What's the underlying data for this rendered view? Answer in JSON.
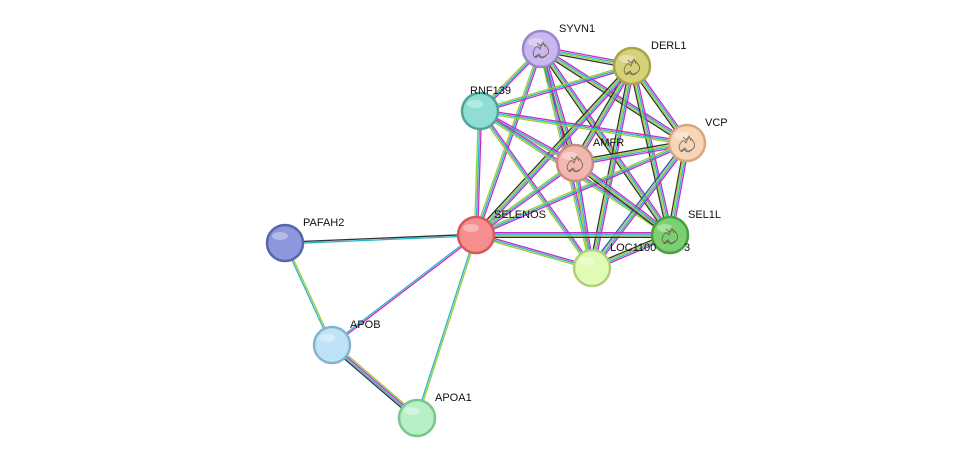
{
  "network": {
    "nodes": [
      {
        "id": "SYVN1",
        "label": "SYVN1",
        "fill": "#c9b7f0",
        "stroke": "#9a86c8",
        "icon": "protein-structure-icon"
      },
      {
        "id": "DERL1",
        "label": "DERL1",
        "fill": "#d6d27a",
        "stroke": "#a9a449",
        "icon": "protein-structure-icon"
      },
      {
        "id": "RNF139",
        "label": "RNF139",
        "fill": "#8fded4",
        "stroke": "#4fa59a",
        "icon": ""
      },
      {
        "id": "VCP",
        "label": "VCP",
        "fill": "#f6d6b6",
        "stroke": "#d6a77e",
        "icon": "protein-structure-icon"
      },
      {
        "id": "AMFR",
        "label": "AMFR",
        "fill": "#f2b8b0",
        "stroke": "#cc8a82",
        "icon": "protein-structure-icon"
      },
      {
        "id": "SELENOS",
        "label": "SELENOS",
        "fill": "#f78e8e",
        "stroke": "#d45a5a",
        "icon": ""
      },
      {
        "id": "SEL1L",
        "label": "SEL1L",
        "fill": "#7ccf72",
        "stroke": "#4a9e40",
        "icon": "protein-structure-icon"
      },
      {
        "id": "LOC",
        "label": "LOC1100",
        "label_suffix": "3",
        "fill": "#e0fbb4",
        "stroke": "#aed07c",
        "icon": ""
      },
      {
        "id": "PAFAH2",
        "label": "PAFAH2",
        "fill": "#8d97dd",
        "stroke": "#5b64a8",
        "icon": ""
      },
      {
        "id": "APOB",
        "label": "APOB",
        "fill": "#bfe3f6",
        "stroke": "#85b3cc",
        "icon": ""
      },
      {
        "id": "APOA1",
        "label": "APOA1",
        "fill": "#b6f0c6",
        "stroke": "#7ac48e",
        "icon": ""
      }
    ],
    "edges": [
      {
        "a": "SYVN1",
        "b": "DERL1",
        "colors": [
          "#c828c8",
          "#29b5c9",
          "#9acd32",
          "#333333"
        ]
      },
      {
        "a": "SYVN1",
        "b": "RNF139",
        "colors": [
          "#c828c8",
          "#29b5c9",
          "#9acd32"
        ]
      },
      {
        "a": "SYVN1",
        "b": "VCP",
        "colors": [
          "#c828c8",
          "#29b5c9",
          "#9acd32",
          "#333333"
        ]
      },
      {
        "a": "SYVN1",
        "b": "AMFR",
        "colors": [
          "#c828c8",
          "#29b5c9",
          "#9acd32",
          "#333333"
        ]
      },
      {
        "a": "SYVN1",
        "b": "SELENOS",
        "colors": [
          "#c828c8",
          "#29b5c9",
          "#9acd32"
        ]
      },
      {
        "a": "SYVN1",
        "b": "SEL1L",
        "colors": [
          "#c828c8",
          "#29b5c9",
          "#9acd32",
          "#333333"
        ]
      },
      {
        "a": "SYVN1",
        "b": "LOC",
        "colors": [
          "#c828c8",
          "#29b5c9",
          "#9acd32"
        ]
      },
      {
        "a": "DERL1",
        "b": "RNF139",
        "colors": [
          "#c828c8",
          "#29b5c9",
          "#9acd32"
        ]
      },
      {
        "a": "DERL1",
        "b": "VCP",
        "colors": [
          "#c828c8",
          "#29b5c9",
          "#9acd32",
          "#333333"
        ]
      },
      {
        "a": "DERL1",
        "b": "AMFR",
        "colors": [
          "#c828c8",
          "#29b5c9",
          "#9acd32",
          "#333333"
        ]
      },
      {
        "a": "DERL1",
        "b": "SELENOS",
        "colors": [
          "#c828c8",
          "#29b5c9",
          "#9acd32",
          "#333333"
        ]
      },
      {
        "a": "DERL1",
        "b": "SEL1L",
        "colors": [
          "#c828c8",
          "#29b5c9",
          "#9acd32",
          "#333333"
        ]
      },
      {
        "a": "DERL1",
        "b": "LOC",
        "colors": [
          "#c828c8",
          "#29b5c9",
          "#9acd32",
          "#333333"
        ]
      },
      {
        "a": "RNF139",
        "b": "VCP",
        "colors": [
          "#c828c8",
          "#29b5c9",
          "#9acd32"
        ]
      },
      {
        "a": "RNF139",
        "b": "AMFR",
        "colors": [
          "#c828c8",
          "#29b5c9",
          "#9acd32"
        ]
      },
      {
        "a": "RNF139",
        "b": "SELENOS",
        "colors": [
          "#c828c8",
          "#29b5c9",
          "#9acd32"
        ]
      },
      {
        "a": "RNF139",
        "b": "SEL1L",
        "colors": [
          "#c828c8",
          "#29b5c9",
          "#9acd32"
        ]
      },
      {
        "a": "RNF139",
        "b": "LOC",
        "colors": [
          "#c828c8",
          "#29b5c9",
          "#9acd32"
        ]
      },
      {
        "a": "VCP",
        "b": "AMFR",
        "colors": [
          "#c828c8",
          "#29b5c9",
          "#9acd32",
          "#333333"
        ]
      },
      {
        "a": "VCP",
        "b": "SELENOS",
        "colors": [
          "#c828c8",
          "#29b5c9",
          "#9acd32"
        ]
      },
      {
        "a": "VCP",
        "b": "SEL1L",
        "colors": [
          "#c828c8",
          "#29b5c9",
          "#9acd32",
          "#333333"
        ]
      },
      {
        "a": "VCP",
        "b": "LOC",
        "colors": [
          "#c828c8",
          "#29b5c9",
          "#9acd32",
          "#2b4fd6"
        ]
      },
      {
        "a": "AMFR",
        "b": "SELENOS",
        "colors": [
          "#c828c8",
          "#29b5c9",
          "#9acd32"
        ]
      },
      {
        "a": "AMFR",
        "b": "SEL1L",
        "colors": [
          "#c828c8",
          "#29b5c9",
          "#9acd32",
          "#333333"
        ]
      },
      {
        "a": "AMFR",
        "b": "LOC",
        "colors": [
          "#c828c8",
          "#29b5c9",
          "#9acd32"
        ]
      },
      {
        "a": "SELENOS",
        "b": "SEL1L",
        "colors": [
          "#c828c8",
          "#29b5c9",
          "#9acd32",
          "#333333"
        ]
      },
      {
        "a": "SELENOS",
        "b": "LOC",
        "colors": [
          "#c828c8",
          "#29b5c9",
          "#9acd32"
        ]
      },
      {
        "a": "SEL1L",
        "b": "LOC",
        "colors": [
          "#c828c8",
          "#29b5c9",
          "#9acd32",
          "#333333"
        ]
      },
      {
        "a": "SELENOS",
        "b": "PAFAH2",
        "colors": [
          "#29b5c9",
          "#333333"
        ]
      },
      {
        "a": "SELENOS",
        "b": "APOB",
        "colors": [
          "#c828c8",
          "#29b5c9"
        ]
      },
      {
        "a": "SELENOS",
        "b": "APOA1",
        "colors": [
          "#9acd32",
          "#29b5c9"
        ]
      },
      {
        "a": "PAFAH2",
        "b": "APOB",
        "colors": [
          "#9acd32",
          "#29b5c9"
        ]
      },
      {
        "a": "APOB",
        "b": "APOA1",
        "colors": [
          "#9acd32",
          "#c828c8",
          "#29b5c9",
          "#333333"
        ]
      }
    ]
  }
}
